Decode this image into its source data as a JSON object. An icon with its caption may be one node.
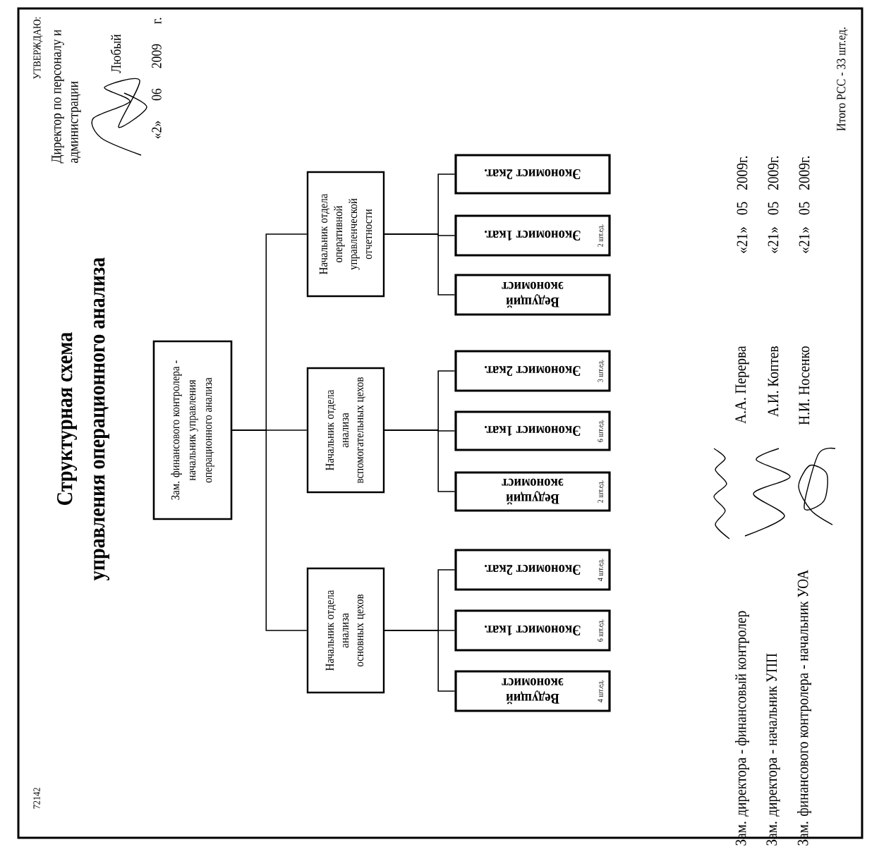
{
  "diagram": {
    "title": "Структурная схема управления операционного анализа",
    "nodes": [
      {
        "text": [
          "Зам. финансового контролера - начальник управления операционного анализа"
        ]
      },
      {
        "text": [
          "Начальник отдела анализа основных цехов"
        ]
      },
      {
        "text": [
          "Начальник отдела анализа вспомогательных цехов"
        ]
      },
      {
        "text": [
          "Начальник отдела оперативной управленческой отчетности"
        ]
      },
      {
        "text": [
          "Ведущий экономист",
          "4 шт.ед."
        ]
      },
      {
        "text": [
          "Экономист 1кат.",
          "6 шт.ед."
        ]
      },
      {
        "text": [
          "Экономист 2кат.",
          "4 шт.ед."
        ]
      },
      {
        "text": [
          "Ведущий экономист",
          "2 шт.ед."
        ]
      },
      {
        "text": [
          "Экономист 1кат.",
          "6 шт.ед."
        ]
      },
      {
        "text": [
          "Экономист 2кат.",
          "3 шт.ед."
        ]
      },
      {
        "text": [
          "Ведущий экономист"
        ]
      },
      {
        "text": [
          "Экономист 1кат.",
          "2 шт.ед."
        ]
      },
      {
        "text": [
          "Экономист 2кат."
        ]
      }
    ],
    "edges": [
      {
        "from": 0,
        "to": 1,
        "arrow": "none"
      },
      {
        "from": 0,
        "to": 2,
        "arrow": "none"
      },
      {
        "from": 0,
        "to": 3,
        "arrow": "none"
      },
      {
        "from": 1,
        "to": 4,
        "arrow": "none"
      },
      {
        "from": 1,
        "to": 5,
        "arrow": "none"
      },
      {
        "from": 1,
        "to": 6,
        "arrow": "none"
      },
      {
        "from": 2,
        "to": 7,
        "arrow": "none"
      },
      {
        "from": 2,
        "to": 8,
        "arrow": "none"
      },
      {
        "from": 2,
        "to": 9,
        "arrow": "none"
      },
      {
        "from": 3,
        "to": 10,
        "arrow": "none"
      },
      {
        "from": 3,
        "to": 11,
        "arrow": "none"
      },
      {
        "from": 3,
        "to": 12,
        "arrow": "none"
      }
    ],
    "labels": [
      "72142",
      "УТВЕРЖДАЮ:",
      "Директор по персоналу и администрации",
      "Любый",
      "«2» 06 2009 г.",
      "Зам. директора - финансовый контролер",
      "А.А. Перерва",
      "«21» 05 2009г.",
      "Зам. директора - начальник УПП",
      "А.И. Коптев",
      "«21» 05 2009г.",
      "Зам. финансового контролера - начальник УОА",
      "Н.И. Носенко",
      "«21» 05 2009г.",
      "Итого РСС - 33 шт.ед."
    ]
  }
}
